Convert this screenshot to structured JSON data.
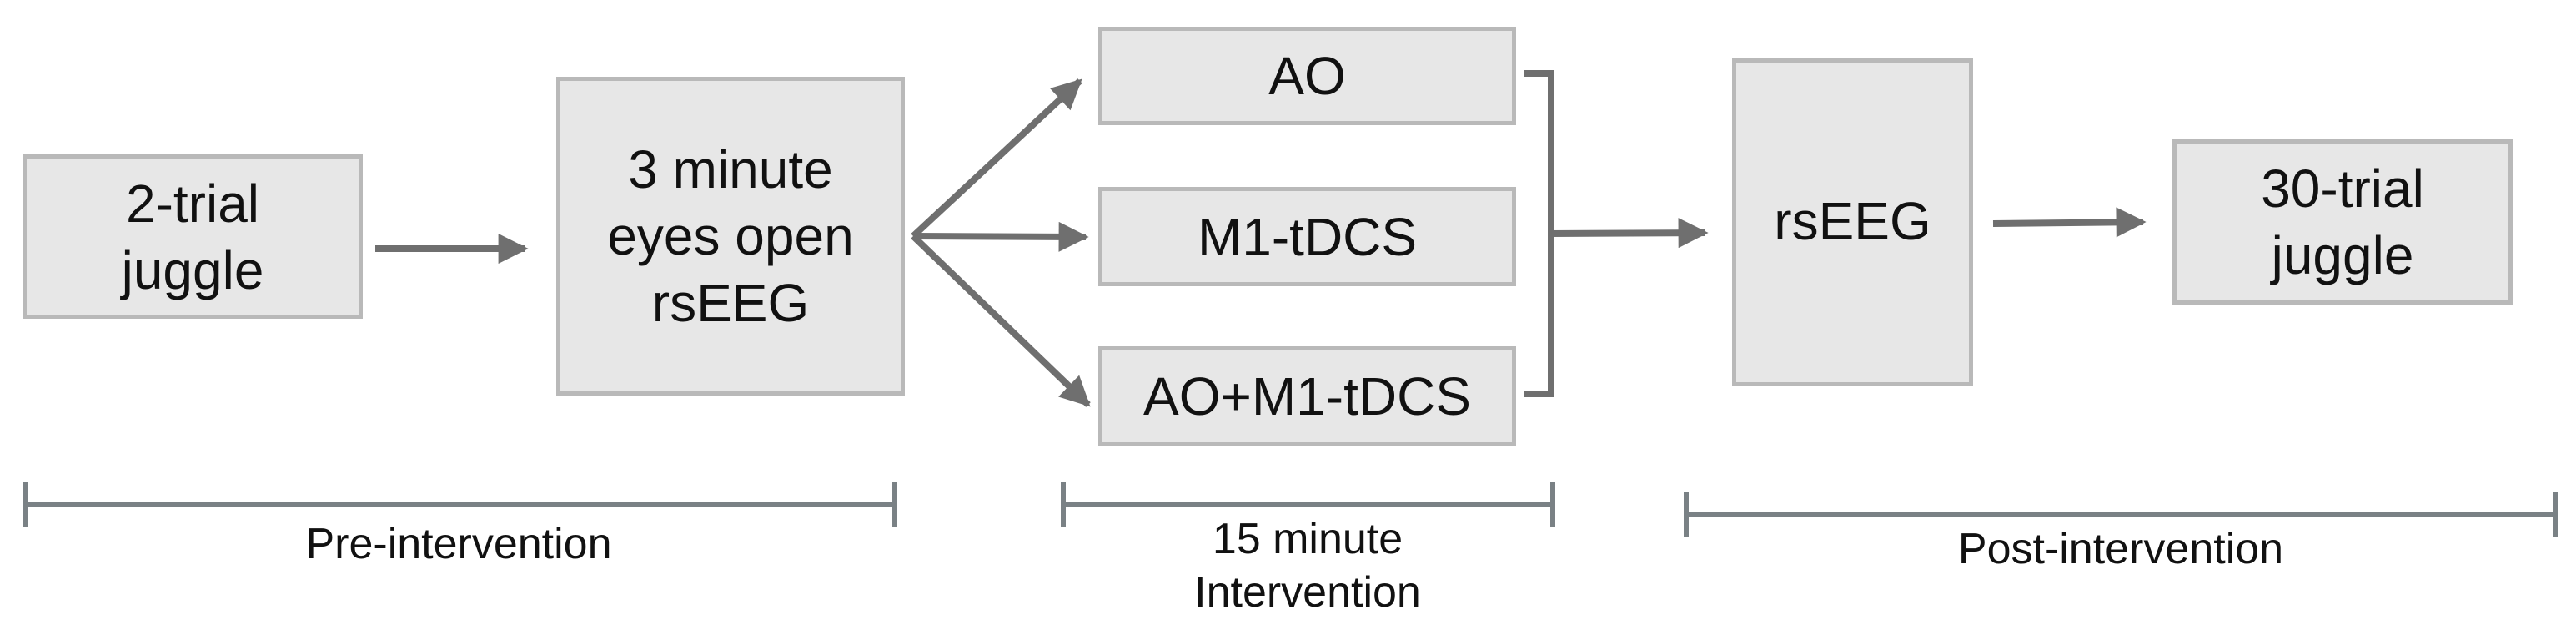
{
  "steps": {
    "pre_juggle": "2-trial\njuggle",
    "baseline_eeg": "3 minute\neyes open\nrsEEG",
    "ao": "AO",
    "m1_tdcs": "M1-tDCS",
    "ao_m1_tdcs": "AO+M1-tDCS",
    "post_eeg": "rsEEG",
    "post_juggle": "30-trial\njuggle"
  },
  "phases": {
    "pre": "Pre-intervention",
    "intervention": "15 minute\nIntervention",
    "post": "Post-intervention"
  },
  "colors": {
    "box_fill": "#e7e7e7",
    "box_border": "#b9b9b9",
    "arrow": "#6f6f6f",
    "timeline": "#7a8185"
  }
}
